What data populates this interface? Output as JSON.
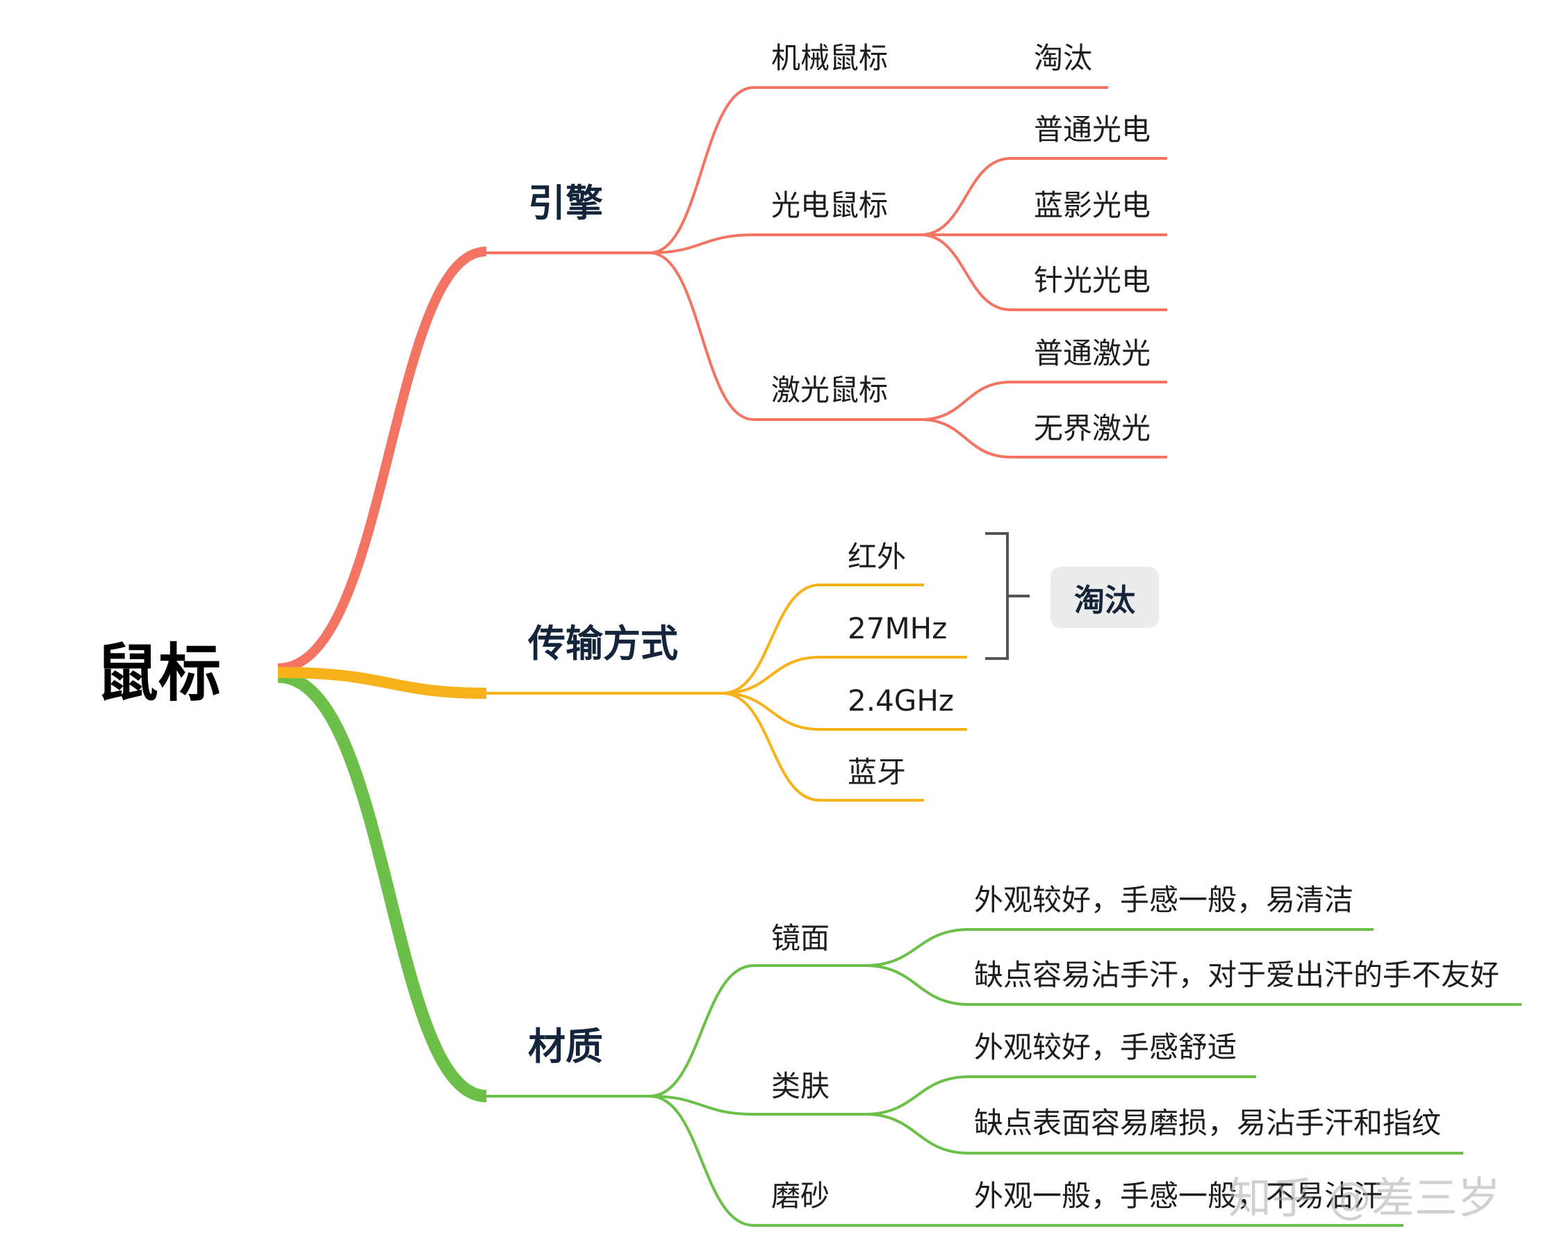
{
  "root": {
    "label": "鼠标"
  },
  "colors": {
    "engine": "#f47463",
    "transmission": "#f7b21b",
    "material": "#6cc04a",
    "bracket": "#555555",
    "badge_bg": "#ececec"
  },
  "branches": [
    {
      "label": "引擎",
      "children": [
        {
          "label": "机械鼠标",
          "children": [
            {
              "label": "淘汰"
            }
          ]
        },
        {
          "label": "光电鼠标",
          "children": [
            {
              "label": "普通光电"
            },
            {
              "label": "蓝影光电"
            },
            {
              "label": "针光光电"
            }
          ]
        },
        {
          "label": "激光鼠标",
          "children": [
            {
              "label": "普通激光"
            },
            {
              "label": "无界激光"
            }
          ]
        }
      ]
    },
    {
      "label": "传输方式",
      "children": [
        {
          "label": "红外"
        },
        {
          "label": "27MHz"
        },
        {
          "label": "2.4GHz"
        },
        {
          "label": "蓝牙"
        }
      ],
      "summary": {
        "label": "淘汰"
      }
    },
    {
      "label": "材质",
      "children": [
        {
          "label": "镜面",
          "children": [
            {
              "label": "外观较好，手感一般，易清洁"
            },
            {
              "label": "缺点容易沾手汗，对于爱出汗的手不友好"
            }
          ]
        },
        {
          "label": "类肤",
          "children": [
            {
              "label": "外观较好，手感舒适"
            },
            {
              "label": "缺点表面容易磨损，易沾手汗和指纹"
            }
          ]
        },
        {
          "label": "磨砂",
          "children": [
            {
              "label": "外观一般，手感一般，不易沾汗"
            }
          ]
        }
      ]
    }
  ],
  "watermark": "知乎 @差三岁"
}
